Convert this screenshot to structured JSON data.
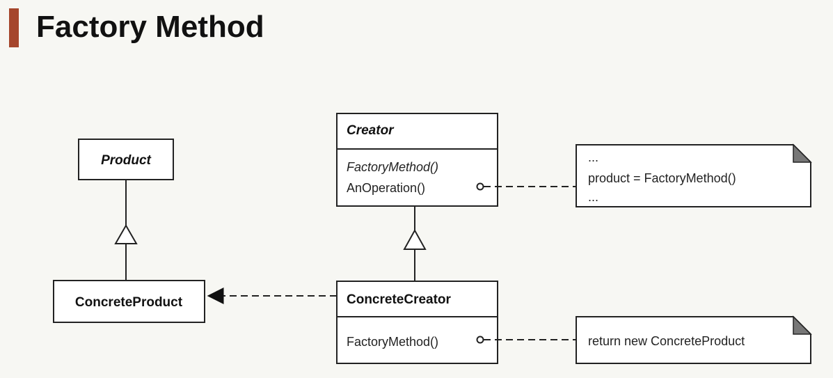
{
  "header": {
    "title": "Factory Method",
    "accent_color": "#a5462c"
  },
  "diagram": {
    "classes": {
      "product": {
        "name": "Product",
        "abstract": true
      },
      "concrete_product": {
        "name": "ConcreteProduct",
        "abstract": false
      },
      "creator": {
        "name": "Creator",
        "abstract": true,
        "operations": [
          "FactoryMethod()",
          "AnOperation()"
        ]
      },
      "concrete_creator": {
        "name": "ConcreteCreator",
        "abstract": false,
        "operations": [
          "FactoryMethod()"
        ]
      }
    },
    "notes": {
      "creator_note": {
        "lines": [
          "...",
          "product = FactoryMethod()",
          "..."
        ]
      },
      "concrete_creator_note": {
        "lines": [
          "return new ConcreteProduct"
        ]
      }
    }
  }
}
